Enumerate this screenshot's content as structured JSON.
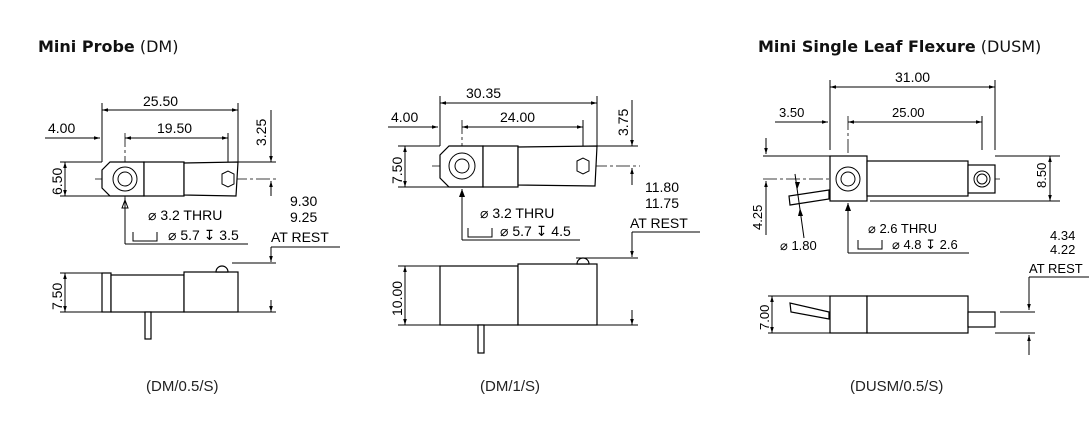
{
  "probes": [
    {
      "title": "Mini Probe",
      "code": "(DM)",
      "dims": {
        "overall": "25.50",
        "offset": "4.00",
        "hole_spacing": "19.50",
        "half_height": "3.25",
        "height": "6.50",
        "side_height": "7.50",
        "rest_max": "9.30",
        "rest_min": "9.25",
        "rest_label": "AT REST",
        "thru": "⌀ 3.2 THRU",
        "cbore": "⌀ 5.7 ↧ 3.5"
      },
      "caption": "(DM/0.5/S)"
    },
    {
      "title": "",
      "code": "",
      "dims": {
        "overall": "30.35",
        "offset": "4.00",
        "hole_spacing": "24.00",
        "half_height": "3.75",
        "height": "7.50",
        "side_height": "10.00",
        "rest_max": "11.80",
        "rest_min": "11.75",
        "rest_label": "AT REST",
        "thru": "⌀ 3.2 THRU",
        "cbore": "⌀ 5.7 ↧ 4.5"
      },
      "caption": "(DM/1/S)"
    },
    {
      "title": "Mini Single Leaf Flexure",
      "code": "(DUSM)",
      "dims": {
        "overall": "31.00",
        "offset": "3.50",
        "hole_spacing": "25.00",
        "half_height": "4.25",
        "height": "8.50",
        "side_height": "7.00",
        "pin_dia": "⌀ 1.80",
        "rest_max": "4.34",
        "rest_min": "4.22",
        "rest_label": "AT REST",
        "thru": "⌀ 2.6 THRU",
        "cbore": "⌀ 4.8 ↧ 2.6"
      },
      "caption": "(DUSM/0.5/S)"
    }
  ]
}
